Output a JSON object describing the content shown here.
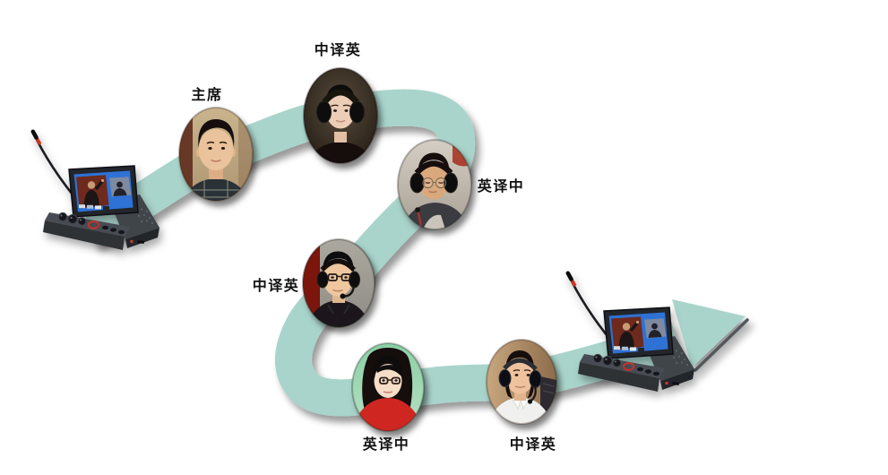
{
  "diagram": {
    "kind": "interpretation-relay-flow",
    "flow_color": "#a9d4cb",
    "label_color": "#111111",
    "nodes": [
      {
        "id": "chairman",
        "label": "主席",
        "portrait": "man-plaid-shirt"
      },
      {
        "id": "interpreter-1",
        "label": "中译英",
        "portrait": "woman-headphones-dark"
      },
      {
        "id": "interpreter-2",
        "label": "英译中",
        "portrait": "man-headphones-glasses"
      },
      {
        "id": "interpreter-3",
        "label": "中译英",
        "portrait": "man-headset-glasses"
      },
      {
        "id": "interpreter-4",
        "label": "英译中",
        "portrait": "woman-glasses-red-top"
      },
      {
        "id": "interpreter-5",
        "label": "中译英",
        "portrait": "woman-headset-white-shirt"
      }
    ],
    "devices": [
      {
        "id": "console-start",
        "name": "interpreter-console"
      },
      {
        "id": "console-end",
        "name": "interpreter-console"
      }
    ]
  }
}
